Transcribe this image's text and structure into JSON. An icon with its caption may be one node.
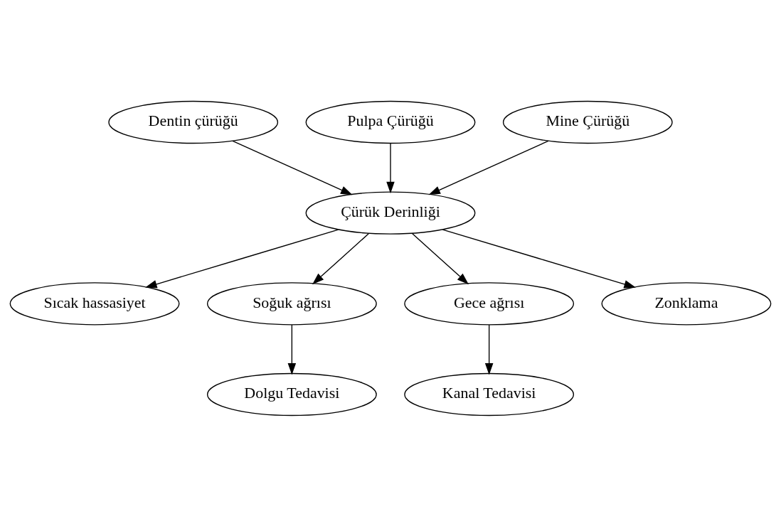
{
  "diagram": {
    "nodes": [
      {
        "text": [
          "Dentin çürüğü"
        ]
      },
      {
        "text": [
          "Pulpa Çürüğü"
        ]
      },
      {
        "text": [
          "Mine Çürüğü"
        ]
      },
      {
        "text": [
          "Çürük Derinliği"
        ]
      },
      {
        "text": [
          "Sıcak hassasiyet"
        ]
      },
      {
        "text": [
          "Soğuk ağrısı"
        ]
      },
      {
        "text": [
          "Gece ağrısı"
        ]
      },
      {
        "text": [
          "Zonklama"
        ]
      },
      {
        "text": [
          "Kanal Tedavisi"
        ]
      },
      {
        "text": [
          "Dolgu Tedavisi"
        ]
      }
    ],
    "edges": [
      {
        "from": 0,
        "to": 3,
        "arrow": "to"
      },
      {
        "from": 1,
        "to": 3,
        "arrow": "to"
      },
      {
        "from": 2,
        "to": 3,
        "arrow": "to"
      },
      {
        "from": 3,
        "to": 4,
        "arrow": "to"
      },
      {
        "from": 3,
        "to": 6,
        "arrow": "to"
      },
      {
        "from": 3,
        "to": 7,
        "arrow": "to"
      },
      {
        "from": 3,
        "to": 5,
        "arrow": "to"
      },
      {
        "from": 6,
        "to": 8,
        "arrow": "to"
      },
      {
        "from": 5,
        "to": 9,
        "arrow": "to"
      }
    ]
  }
}
